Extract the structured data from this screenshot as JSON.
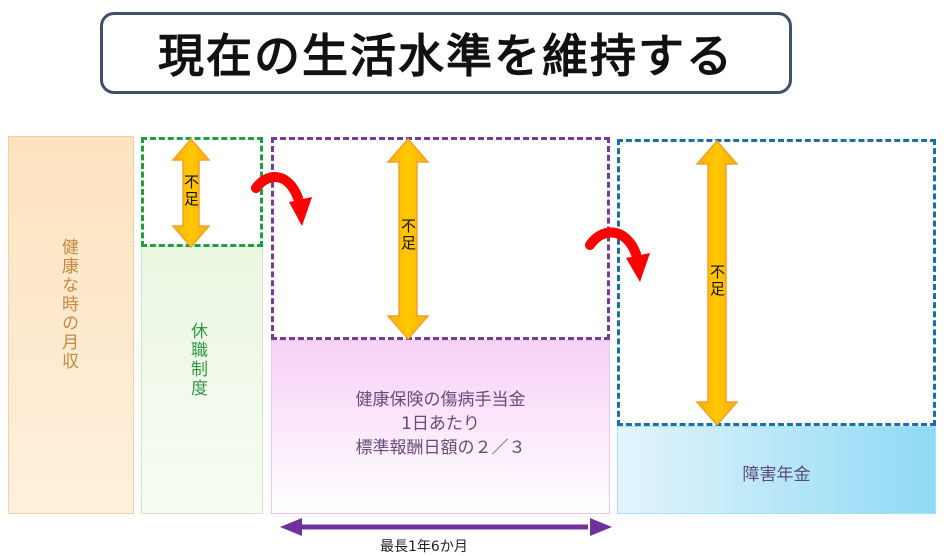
{
  "title": "現在の生活水準を維持する",
  "columns": {
    "healthy_income": "健康な時の月収",
    "leave_system": "休職制度",
    "sickness_allowance": {
      "line1": "健康保険の傷病手当金",
      "line2": "1日あたり",
      "line3": "標準報酬日額の２／３"
    },
    "disability_pension": "障害年金"
  },
  "shortage_label": "不足",
  "period_label": "最長1年6か月",
  "colors": {
    "arrow_orange": "#ffc000",
    "curve_red": "#ff0000",
    "period_purple": "#7030a0",
    "green_dash": "#1fa040",
    "purple_dash": "#7b3a9a",
    "blue_dash": "#1a6fa8"
  }
}
